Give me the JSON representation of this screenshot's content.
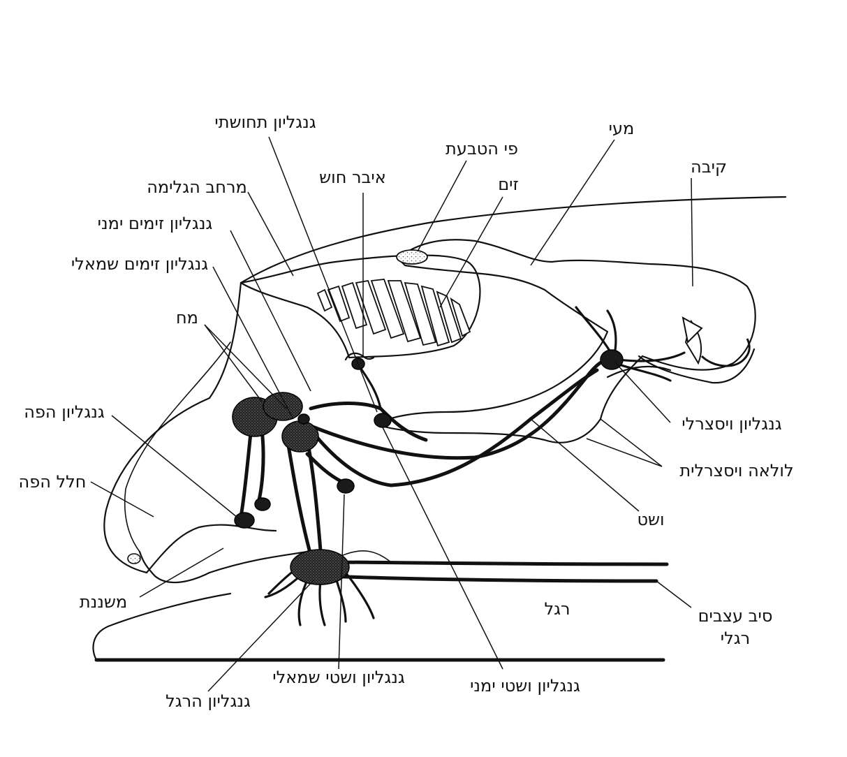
{
  "labels": {
    "sensory_ganglion": "גנגליון תחושתי",
    "intestine": "מעי",
    "anus": "פי הטבעת",
    "stomach": "קיבה",
    "sense_organ": "איבר חוש",
    "gill": "זים",
    "mantle_cavity": "מרחב הגלימה",
    "right_gill_ganglion": "גנגליון זימים ימני",
    "left_gill_ganglion": "גנגליון זימים שמאלי",
    "brain": "מח",
    "mouth_ganglion": "גנגליון הפה",
    "mouth_cavity": "חלל הפה",
    "visceral_ganglion": "גנגליון ויסצרלי",
    "visceral_loop": "לולאה ויסצרלית",
    "ureter": "ושט",
    "radula": "משננת",
    "foot": "רגל",
    "pedal_nerve_line1": "סיב עצבים",
    "pedal_nerve_line2": "רגלי",
    "left_pleural_ganglion": "גנגליון ושטי שמאלי",
    "right_pleural_ganglion": "גנגליון ושטי ימני",
    "foot_ganglion": "גנגליון הרגל"
  }
}
